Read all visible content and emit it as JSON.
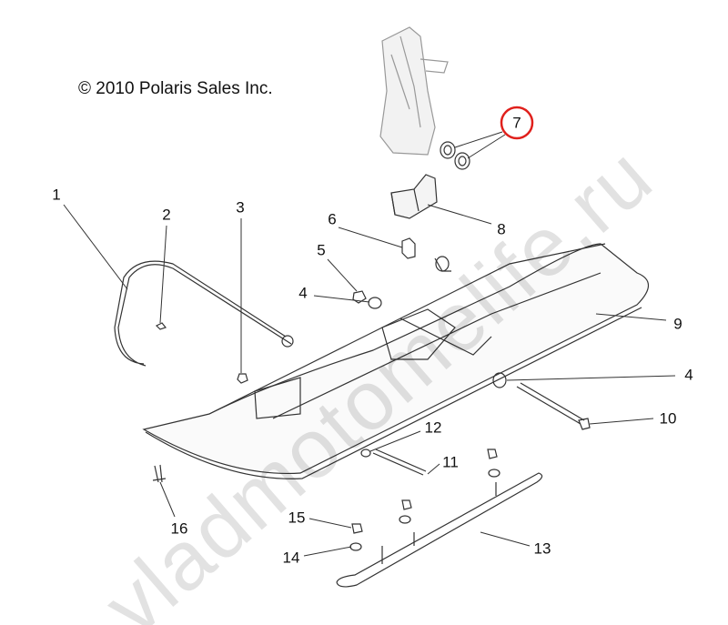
{
  "copyright": "© 2010 Polaris Sales Inc.",
  "watermark": "vladmotomelife.ru",
  "highlight_color": "#e0201c",
  "highlighted_callout": "7",
  "callouts": {
    "c1": "1",
    "c2": "2",
    "c3": "3",
    "c4a": "4",
    "c4b": "4",
    "c5": "5",
    "c6": "6",
    "c7": "7",
    "c8": "8",
    "c9": "9",
    "c10": "10",
    "c11": "11",
    "c12": "12",
    "c13": "13",
    "c14": "14",
    "c15": "15",
    "c16": "16"
  }
}
